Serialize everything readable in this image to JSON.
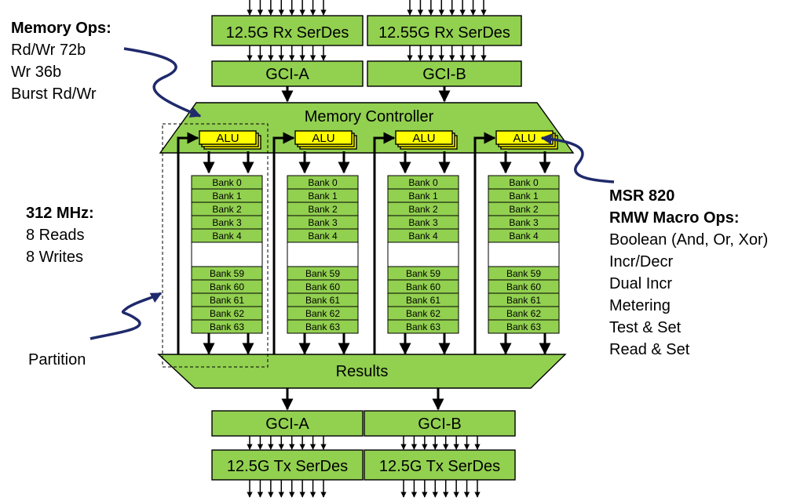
{
  "top": {
    "rx_left": "12.5G Rx SerDes",
    "rx_right": "12.55G Rx SerDes",
    "gci_left": "GCI-A",
    "gci_right": "GCI-B"
  },
  "controller": {
    "label": "Memory Controller"
  },
  "alu_label": "ALU",
  "banks_top": [
    "Bank 0",
    "Bank 1",
    "Bank 2",
    "Bank 3",
    "Bank 4"
  ],
  "banks_bottom": [
    "Bank 59",
    "Bank 60",
    "Bank 61",
    "Bank 62",
    "Bank 63"
  ],
  "results": {
    "label": "Results"
  },
  "bottom": {
    "gci_left": "GCI-A",
    "gci_right": "GCI-B",
    "tx_left": "12.5G Tx SerDes",
    "tx_right": "12.5G Tx SerDes"
  },
  "notes": {
    "memory_ops": {
      "title": "Memory Ops:",
      "lines": [
        "Rd/Wr 72b",
        "Wr 36b",
        "Burst Rd/Wr"
      ]
    },
    "clock": {
      "title": "312 MHz:",
      "lines": [
        "8 Reads",
        "8 Writes"
      ]
    },
    "partition": "Partition",
    "msr": {
      "title": "MSR 820",
      "subtitle": "RMW Macro Ops:",
      "lines": [
        "Boolean (And, Or, Xor)",
        "Incr/Decr",
        "Dual Incr",
        "Metering",
        "Test & Set",
        "Read & Set"
      ]
    }
  },
  "colors": {
    "block": "#92d050",
    "alu": "#ffff00",
    "callout": "#1f2a6b"
  }
}
